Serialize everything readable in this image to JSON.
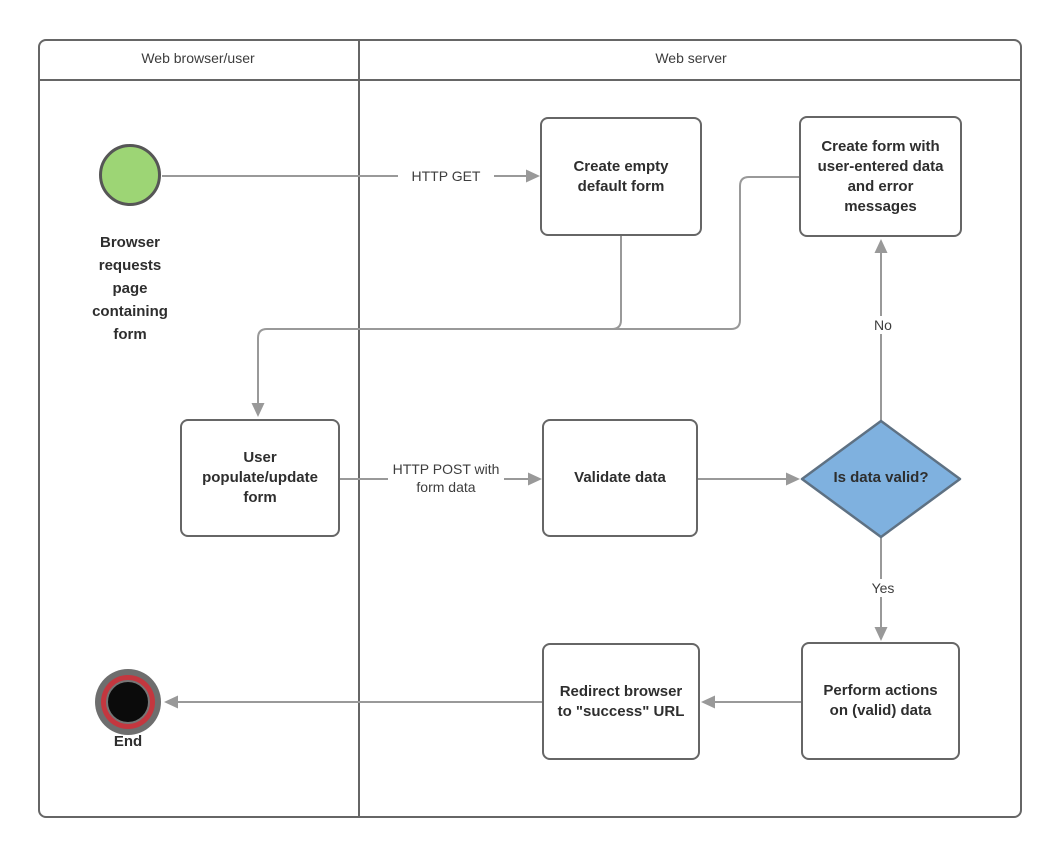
{
  "swimlanes": {
    "browser": "Web browser/user",
    "server": "Web server"
  },
  "nodes": {
    "start": "Browser requests page containing form",
    "create_empty_form": "Create empty default form",
    "create_error_form": "Create form with user-entered data and error messages",
    "user_populate_form": "User populate/update form",
    "validate_data": "Validate data",
    "decision": "Is data valid?",
    "perform_actions": "Perform actions on (valid) data",
    "redirect_browser": "Redirect browser to \"success\" URL",
    "end": "End"
  },
  "edge_labels": {
    "http_get": "HTTP GET",
    "http_post": "HTTP POST with form data",
    "no": "No",
    "yes": "Yes"
  },
  "colors": {
    "start_fill": "#9dd575",
    "decision_fill": "#7fb1df",
    "end_ring_red": "#c4373f",
    "connector": "#999999",
    "shape_border": "#666666"
  }
}
